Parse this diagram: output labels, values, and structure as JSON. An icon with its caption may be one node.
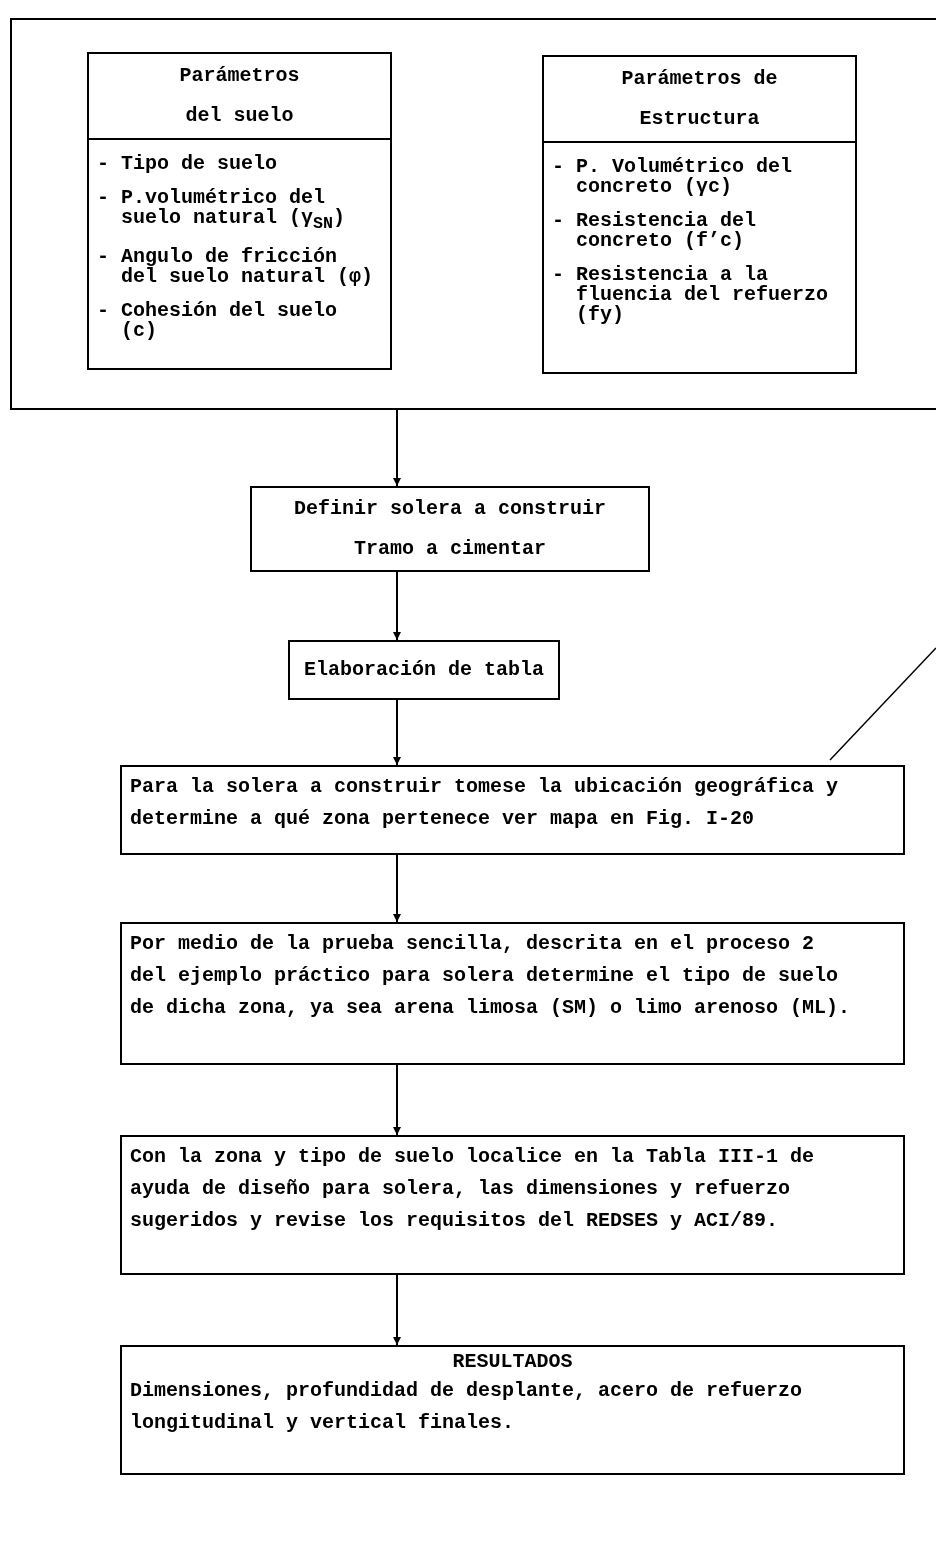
{
  "diagram": {
    "nodes": [
      {
        "text": [],
        "shape": "box"
      },
      {
        "text": [
          "Parámetros del suelo",
          "- Tipo de suelo",
          "- P.volumétrico del suelo natural (γ$_{SN}$)",
          "- Angulo de fricción del suelo natural (φ)",
          "- Cohesión del suelo (c)"
        ],
        "in": 0
      },
      {
        "text": [
          "Parámetros de Estructura",
          "- P. Volumétrico del concreto (γc)",
          "- Resistencia del concreto (f’c)",
          "- Resistencia a la fluencia del refuerzo (fy)"
        ],
        "in": 0
      },
      {
        "text": [
          "Definir solera a construir",
          "Tramo a cimentar"
        ]
      },
      {
        "text": [
          "Elaboración de tabla"
        ]
      },
      {
        "text": [
          "Para la solera a construir tomese la ubicación geográfica y determine a qué zona pertenece ver mapa en Fig. I-20"
        ]
      },
      {
        "text": [
          "Por medio de la prueba sencilla, descrita en el proceso 2 del ejemplo práctico para solera determine el tipo de suelo de dicha zona, ya sea arena limosa (SM) o limo arenoso (ML)."
        ]
      },
      {
        "text": [
          "Con la zona y tipo de suelo localice en la Tabla III-1 de ayuda de diseño para solera, las dimensiones y refuerzo sugeridos y revise los requisitos del REDSES y ACI/89."
        ]
      },
      {
        "text": [
          "RESULTADOS",
          "Dimensiones, profundidad de desplante, acero de refuerzo longitudinal y vertical finales."
        ]
      }
    ],
    "edges": [
      {
        "from": 0,
        "to": 3,
        "arrow": "to"
      },
      {
        "from": 3,
        "to": 4,
        "arrow": "to"
      },
      {
        "from": 4,
        "to": 5,
        "arrow": "to"
      },
      {
        "from": 5,
        "to": 6,
        "arrow": "to"
      },
      {
        "from": 6,
        "to": 7,
        "arrow": "to"
      },
      {
        "from": 7,
        "to": 8,
        "arrow": "to"
      }
    ]
  }
}
